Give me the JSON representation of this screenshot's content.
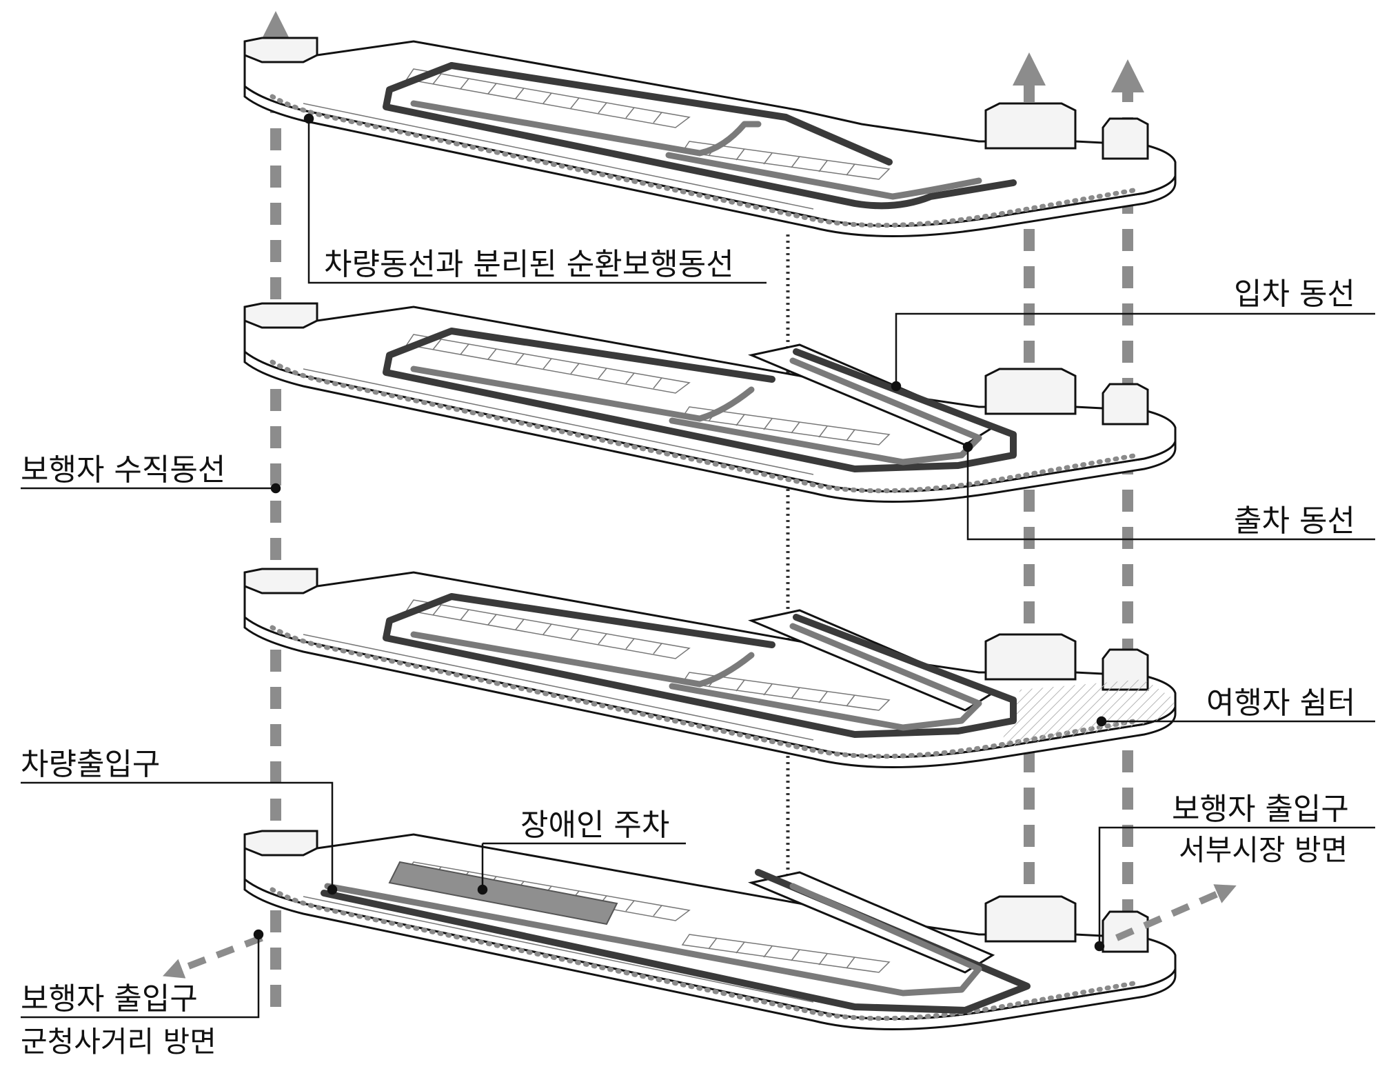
{
  "labels": {
    "circulation_pedestrian": "차량동선과 분리된 순환보행동선",
    "entry_route": "입차 동선",
    "pedestrian_vertical": "보행자 수직동선",
    "exit_route": "출차 동선",
    "traveler_shelter": "여행자 쉼터",
    "vehicle_entrance": "차량출입구",
    "disabled_parking": "장애인 주차",
    "pedestrian_entrance_east": "보행자 출입구",
    "pedestrian_entrance_east_sub": "서부시장 방면",
    "pedestrian_entrance_west": "보행자 출입구",
    "pedestrian_entrance_west_sub": "군청사거리 방면"
  },
  "colors": {
    "background": "#ffffff",
    "outline": "#111111",
    "route_dark": "#3a3a3a",
    "route_mid": "#7a7a7a",
    "pedestrian_dots": "#8a8a8a",
    "vertical_arrows": "#8c8c8c",
    "disabled_parking_fill": "#8f8f8f",
    "shelter_hatch": "#b5b5b5"
  },
  "floors": 4
}
